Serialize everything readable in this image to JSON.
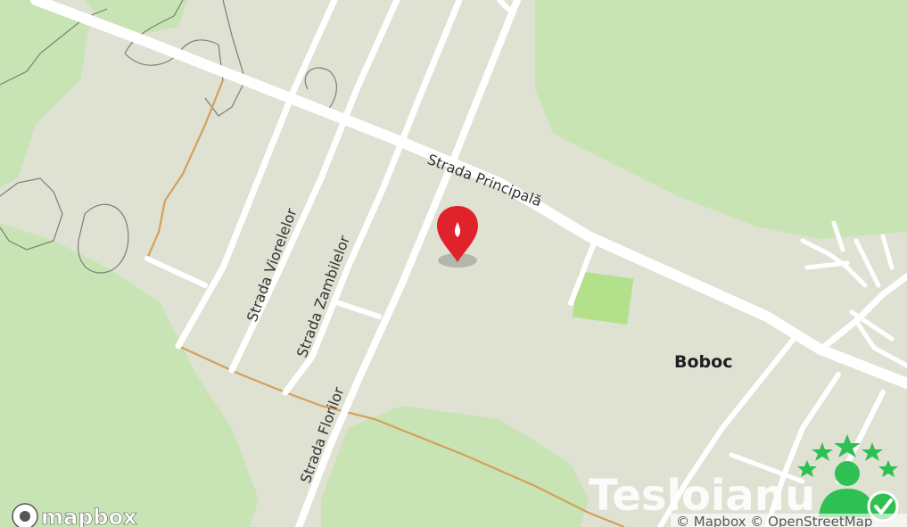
{
  "map": {
    "streets": {
      "principala": "Strada Principală",
      "viorelelor": "Strada Viorelelor",
      "zambilelor": "Strada Zambilelor",
      "florilor": "Strada Florilor"
    },
    "place": "Boboc",
    "marker_icon": "map-pin-icon",
    "colors": {
      "land": "#dfe1d3",
      "forest": "#c9e4b4",
      "road": "#ffffff",
      "track": "#d4a05c",
      "marker": "#e0232b",
      "park": "#b3e08a"
    }
  },
  "branding": {
    "mapbox_logo": "mapbox",
    "attribution": "© Mapbox © OpenStreetMap",
    "watermark": "Tesloianu",
    "watermark_icon": "user-stars-check-icon"
  }
}
